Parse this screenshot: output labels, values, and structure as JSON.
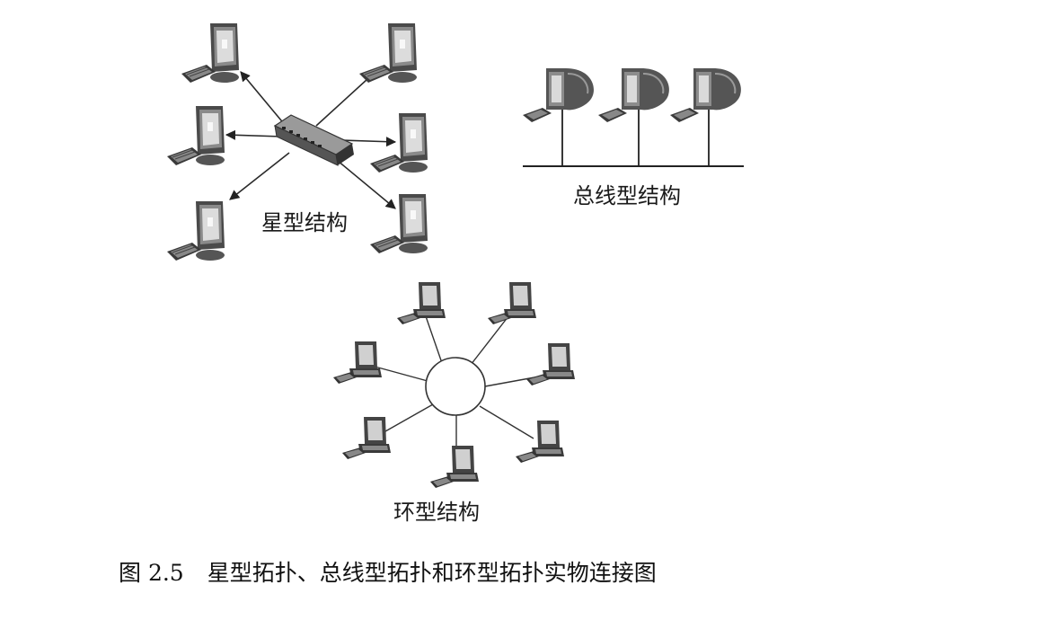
{
  "labels": {
    "star": "星型结构",
    "bus": "总线型结构",
    "ring": "环型结构"
  },
  "caption": {
    "number": "图 2.5",
    "text": "星型拓扑、总线型拓扑和环型拓扑实物连接图"
  },
  "icons": {
    "computer": "desktop-computer-icon",
    "hub": "network-hub-icon"
  },
  "colors": {
    "line": "#2a2a2a",
    "monitor_frame": "#3a3a3a",
    "screen": "#d9d9d9"
  }
}
